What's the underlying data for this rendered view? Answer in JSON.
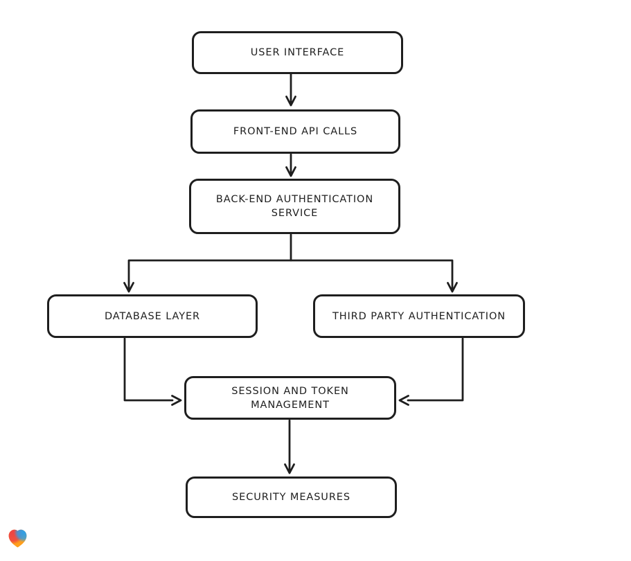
{
  "diagram": {
    "type": "flowchart",
    "style": "hand-drawn",
    "background_color": "#ffffff",
    "stroke_color": "#1e1e1e",
    "node_fill_color": "#ffffff",
    "nodes": [
      {
        "id": "user-interface",
        "label": "USER INTERFACE"
      },
      {
        "id": "front-end-api-calls",
        "label": "FRONT-END API CALLS"
      },
      {
        "id": "back-end-authentication-service",
        "label": "BACK-END AUTHENTICATION SERVICE"
      },
      {
        "id": "database-layer",
        "label": "DATABASE LAYER"
      },
      {
        "id": "third-party-authentication",
        "label": "THIRD PARTY AUTHENTICATION"
      },
      {
        "id": "session-and-token-management",
        "label": "SESSION AND TOKEN MANAGEMENT"
      },
      {
        "id": "security-measures",
        "label": "SECURITY MEASURES"
      }
    ],
    "edges": [
      {
        "from": "user-interface",
        "to": "front-end-api-calls"
      },
      {
        "from": "front-end-api-calls",
        "to": "back-end-authentication-service"
      },
      {
        "from": "back-end-authentication-service",
        "to": "database-layer"
      },
      {
        "from": "back-end-authentication-service",
        "to": "third-party-authentication"
      },
      {
        "from": "database-layer",
        "to": "session-and-token-management"
      },
      {
        "from": "third-party-authentication",
        "to": "session-and-token-management"
      },
      {
        "from": "session-and-token-management",
        "to": "security-measures"
      }
    ]
  },
  "branding": {
    "logo": "lovable-heart-logo",
    "logo_colors": [
      "#ee4444",
      "#2e9fe8",
      "#ff9f1c"
    ]
  }
}
